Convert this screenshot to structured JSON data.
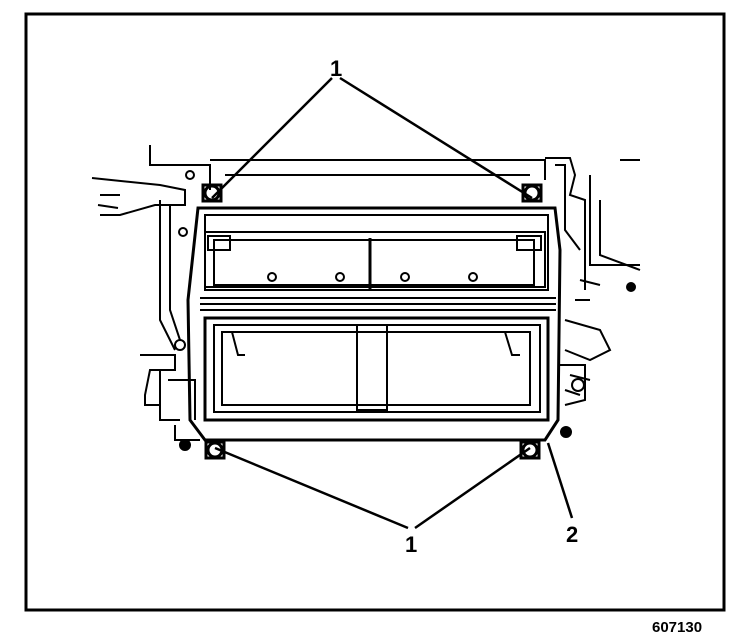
{
  "figure": {
    "callouts": {
      "top_label": "1",
      "bottom_label": "1",
      "clip_label": "2"
    },
    "figure_id": "607130",
    "colors": {
      "ink": "#000000",
      "paper": "#ffffff"
    }
  }
}
